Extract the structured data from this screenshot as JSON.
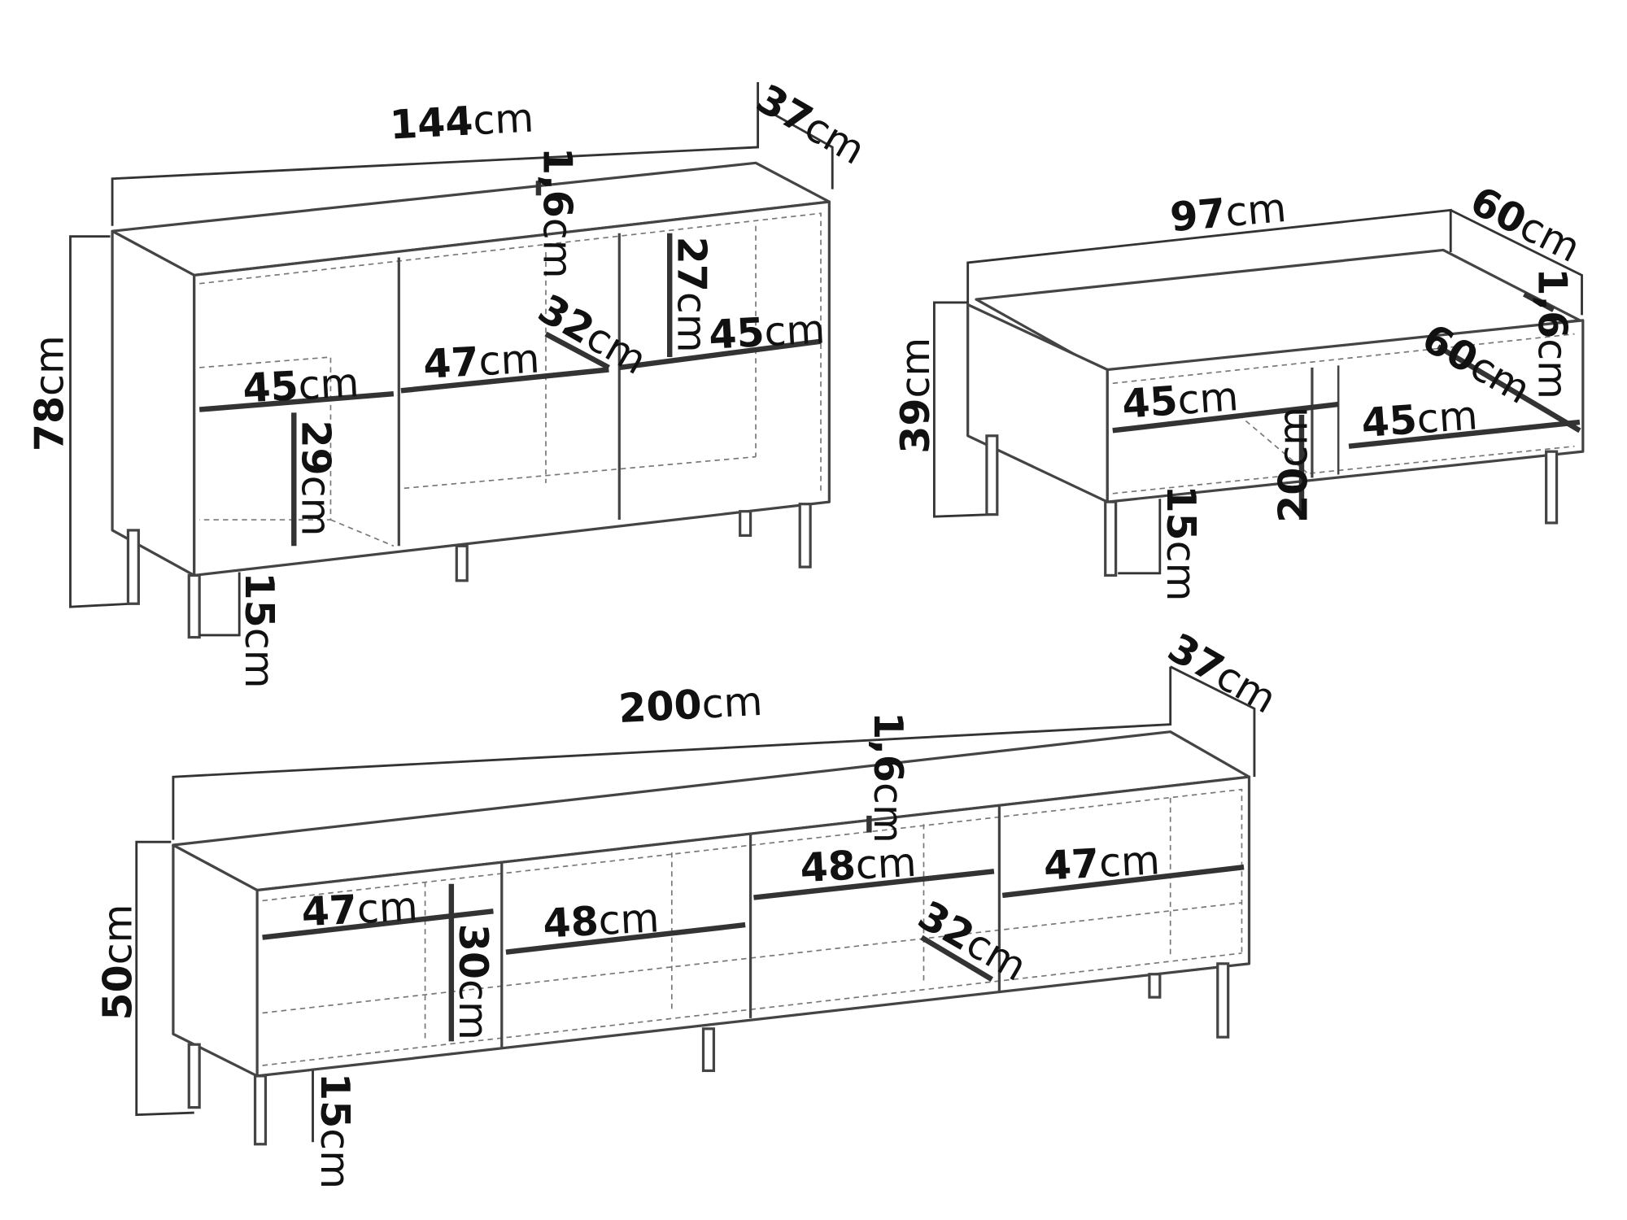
{
  "sideboard": {
    "width": {
      "value": "144",
      "unit": "cm"
    },
    "depth": {
      "value": "37",
      "unit": "cm"
    },
    "height": {
      "value": "78",
      "unit": "cm"
    },
    "top_thickness": {
      "value": "1,6",
      "unit": "cm"
    },
    "leg_height": {
      "value": "15",
      "unit": "cm"
    },
    "shelf_left": {
      "value": "45",
      "unit": "cm"
    },
    "shelf_mid": {
      "value": "47",
      "unit": "cm"
    },
    "shelf_right": {
      "value": "45",
      "unit": "cm"
    },
    "shelf_depth": {
      "value": "32",
      "unit": "cm"
    },
    "gap_upper": {
      "value": "27",
      "unit": "cm"
    },
    "gap_lower": {
      "value": "29",
      "unit": "cm"
    }
  },
  "coffee_table": {
    "width": {
      "value": "97",
      "unit": "cm"
    },
    "depth": {
      "value": "60",
      "unit": "cm"
    },
    "height": {
      "value": "39",
      "unit": "cm"
    },
    "top_thickness": {
      "value": "1,6",
      "unit": "cm"
    },
    "leg_height": {
      "value": "15",
      "unit": "cm"
    },
    "shelf_left": {
      "value": "45",
      "unit": "cm"
    },
    "shelf_right": {
      "value": "45",
      "unit": "cm"
    },
    "shelf_depth": {
      "value": "60",
      "unit": "cm"
    },
    "shelf_gap": {
      "value": "20",
      "unit": "cm"
    }
  },
  "tv_stand": {
    "width": {
      "value": "200",
      "unit": "cm"
    },
    "depth": {
      "value": "37",
      "unit": "cm"
    },
    "height": {
      "value": "50",
      "unit": "cm"
    },
    "top_thickness": {
      "value": "1,6",
      "unit": "cm"
    },
    "leg_height": {
      "value": "15",
      "unit": "cm"
    },
    "shelf_1": {
      "value": "47",
      "unit": "cm"
    },
    "shelf_2": {
      "value": "48",
      "unit": "cm"
    },
    "shelf_3": {
      "value": "48",
      "unit": "cm"
    },
    "shelf_4": {
      "value": "47",
      "unit": "cm"
    },
    "shelf_depth": {
      "value": "32",
      "unit": "cm"
    },
    "gap": {
      "value": "30",
      "unit": "cm"
    }
  }
}
